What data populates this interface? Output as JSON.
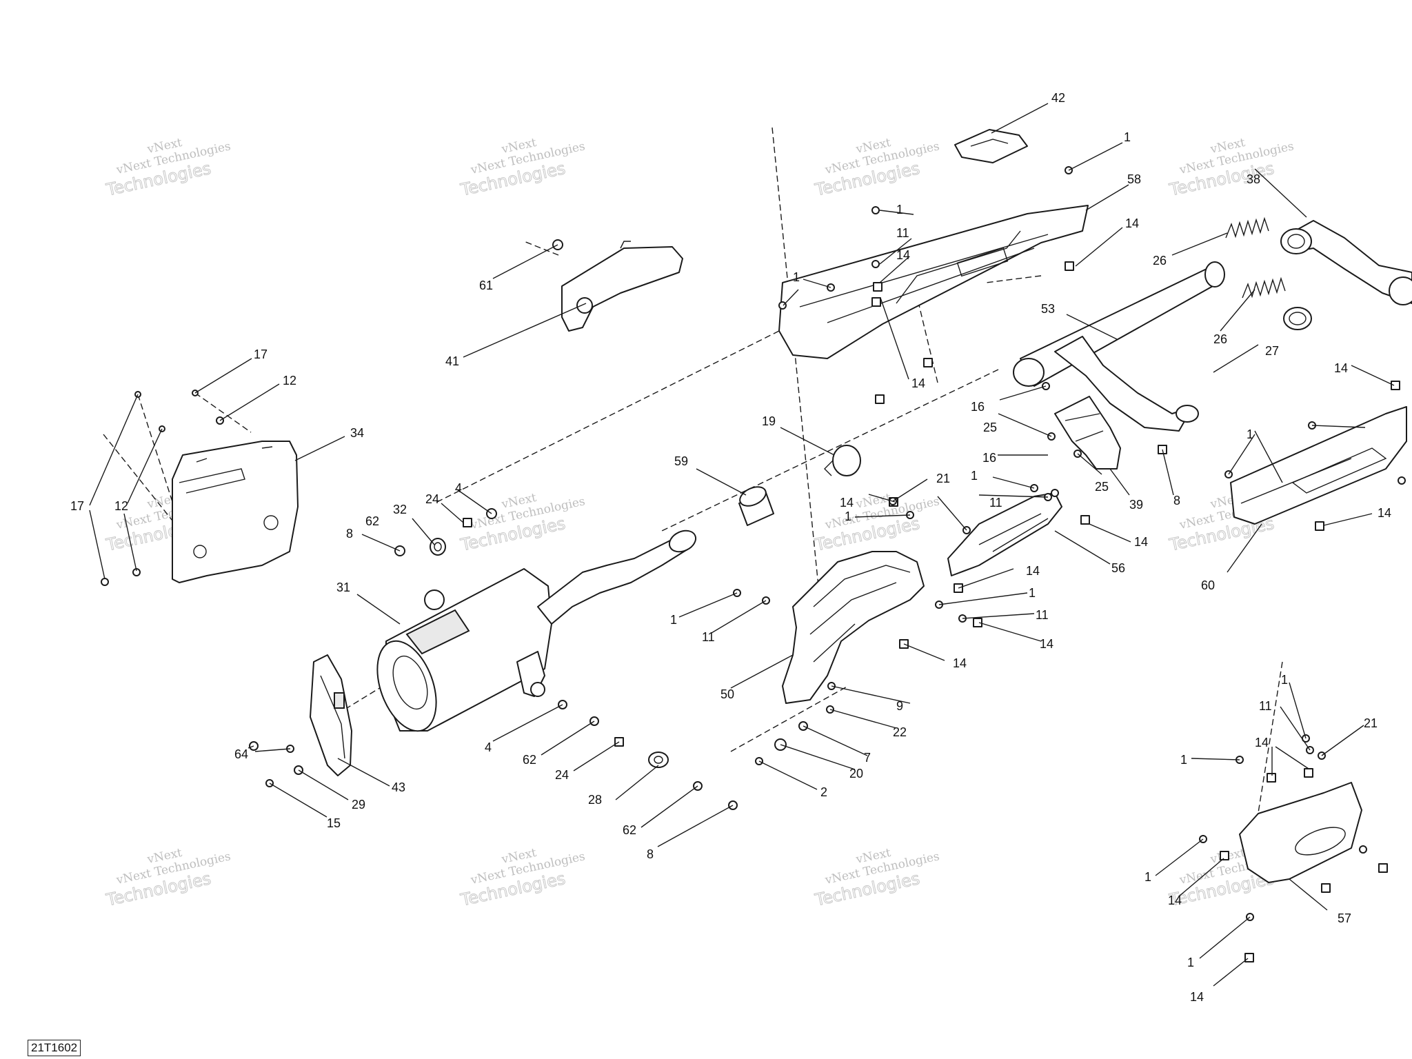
{
  "drawing_id": "21T1602",
  "watermark": {
    "line1": "vNext",
    "line2": "vNext Technologies",
    "line3": "Technologies"
  },
  "callouts": {
    "c42": "42",
    "c1_top": "1",
    "c58": "58",
    "c1_a": "1",
    "c11_a": "11",
    "c14_a": "14",
    "c14_b": "14",
    "c1_b": "1",
    "c14_c": "14",
    "c38": "38",
    "c26_a": "26",
    "c26_b": "26",
    "c53": "53",
    "c27": "27",
    "c16_a": "16",
    "c25_a": "25",
    "c16_b": "16",
    "c25_b": "25",
    "c39": "39",
    "c8_r": "8",
    "c14_d": "14",
    "c1_c": "1",
    "c14_e": "14",
    "c60": "60",
    "c61": "61",
    "c41": "41",
    "c17_a": "17",
    "c12_a": "12",
    "c34": "34",
    "c17_b": "17",
    "c12_b": "12",
    "c19": "19",
    "c59": "59",
    "c32": "32",
    "c24_a": "24",
    "c4_a": "4",
    "c62_a": "62",
    "c8_a": "8",
    "c31": "31",
    "c21_a": "21",
    "c14_f": "14",
    "c1_d": "1",
    "c1_e": "1",
    "c11_b": "11",
    "c14_g": "14",
    "c56": "56",
    "c14_h": "14",
    "c1_f": "1",
    "c11_c": "11",
    "c14_i": "14",
    "c1_g": "1",
    "c11_d": "11",
    "c14_j": "14",
    "c50": "50",
    "c9": "9",
    "c22": "22",
    "c7": "7",
    "c20": "20",
    "c2": "2",
    "c64": "64",
    "c43": "43",
    "c29": "29",
    "c15": "15",
    "c4_b": "4",
    "c62_b": "62",
    "c24_b": "24",
    "c28": "28",
    "c62_c": "62",
    "c8_b": "8",
    "c1_h": "1",
    "c11_e": "11",
    "c21_b": "21",
    "c1_i": "1",
    "c14_k": "14",
    "c1_j": "1",
    "c14_l": "14",
    "c57": "57",
    "c1_k": "1",
    "c14_m": "14"
  }
}
